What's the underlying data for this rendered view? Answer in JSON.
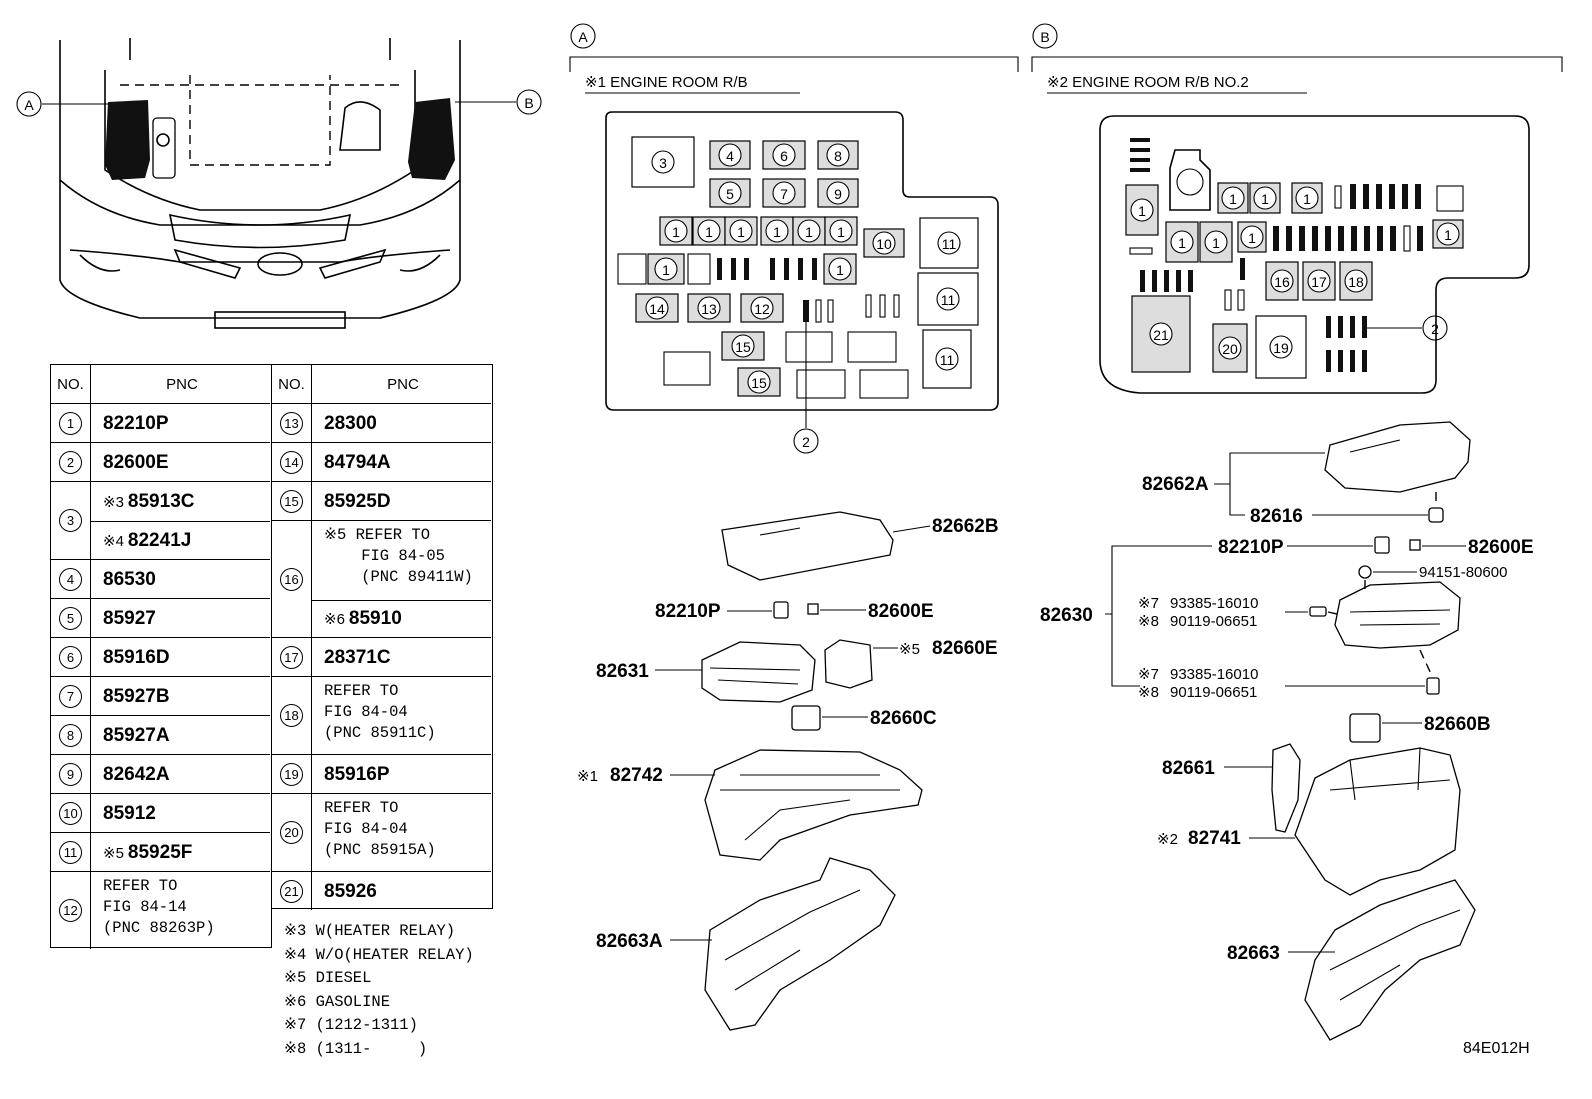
{
  "callouts": {
    "a": "A",
    "b": "B"
  },
  "section_a": {
    "letter": "A",
    "title": "※1 ENGINE ROOM R/B"
  },
  "section_b": {
    "letter": "B",
    "title": "※2 ENGINE ROOM R/B NO.2"
  },
  "table": {
    "headers": {
      "no": "NO.",
      "pnc": "PNC"
    },
    "left": [
      {
        "no": "1",
        "entries": [
          {
            "note": "",
            "pnc": "82210P"
          }
        ]
      },
      {
        "no": "2",
        "entries": [
          {
            "note": "",
            "pnc": "82600E"
          }
        ]
      },
      {
        "no": "3",
        "entries": [
          {
            "note": "※3",
            "pnc": "85913C"
          },
          {
            "note": "※4",
            "pnc": "82241J"
          }
        ]
      },
      {
        "no": "4",
        "entries": [
          {
            "note": "",
            "pnc": "86530"
          }
        ]
      },
      {
        "no": "5",
        "entries": [
          {
            "note": "",
            "pnc": "85927"
          }
        ]
      },
      {
        "no": "6",
        "entries": [
          {
            "note": "",
            "pnc": "85916D"
          }
        ]
      },
      {
        "no": "7",
        "entries": [
          {
            "note": "",
            "pnc": "85927B"
          }
        ]
      },
      {
        "no": "8",
        "entries": [
          {
            "note": "",
            "pnc": "85927A"
          }
        ]
      },
      {
        "no": "9",
        "entries": [
          {
            "note": "",
            "pnc": "82642A"
          }
        ]
      },
      {
        "no": "10",
        "entries": [
          {
            "note": "",
            "pnc": "85912"
          }
        ]
      },
      {
        "no": "11",
        "entries": [
          {
            "note": "※5",
            "pnc": "85925F"
          }
        ]
      },
      {
        "no": "12",
        "refer": "REFER TO\nFIG 84-14\n(PNC 88263P)"
      }
    ],
    "right": [
      {
        "no": "13",
        "entries": [
          {
            "note": "",
            "pnc": "28300"
          }
        ]
      },
      {
        "no": "14",
        "entries": [
          {
            "note": "",
            "pnc": "84794A"
          }
        ]
      },
      {
        "no": "15",
        "entries": [
          {
            "note": "",
            "pnc": "85925D"
          }
        ]
      },
      {
        "no": "16",
        "sub": [
          {
            "note": "※5",
            "refer": "REFER TO\nFIG 84-05\n(PNC 89411W)"
          },
          {
            "note": "※6",
            "pnc": "85910"
          }
        ]
      },
      {
        "no": "17",
        "entries": [
          {
            "note": "",
            "pnc": "28371C"
          }
        ]
      },
      {
        "no": "18",
        "refer": "REFER TO\nFIG 84-04\n(PNC 85911C)"
      },
      {
        "no": "19",
        "entries": [
          {
            "note": "",
            "pnc": "85916P"
          }
        ]
      },
      {
        "no": "20",
        "refer": "REFER TO\nFIG 84-04\n(PNC 85915A)"
      },
      {
        "no": "21",
        "entries": [
          {
            "note": "",
            "pnc": "85926"
          }
        ]
      }
    ]
  },
  "notes": [
    "※3 W(HEATER RELAY)",
    "※4 W/O(HEATER RELAY)",
    "※5 DIESEL",
    "※6 GASOLINE",
    "※7 (1212-1311)",
    "※8 (1311-     )"
  ],
  "box_a_labels": [
    "3",
    "4",
    "6",
    "8",
    "5",
    "7",
    "9",
    "1",
    "1",
    "1",
    "1",
    "1",
    "1",
    "10",
    "11",
    "1",
    "1",
    "11",
    "14",
    "13",
    "12",
    "15",
    "15",
    "11"
  ],
  "box_b_labels": [
    "1",
    "1",
    "1",
    "1",
    "1",
    "1",
    "1",
    "1",
    "16",
    "17",
    "18",
    "21",
    "20",
    "19"
  ],
  "callout_2": "2",
  "parts_a": {
    "p82662B": "82662B",
    "p82210P": "82210P",
    "p82600E": "82600E",
    "p82631": "82631",
    "p82660E": "82660E",
    "p82660E_note": "※5",
    "p82660C": "82660C",
    "p82742": "82742",
    "p82742_note": "※1",
    "p82663A": "82663A"
  },
  "parts_b": {
    "p82662A": "82662A",
    "p82616": "82616",
    "p82210P": "82210P",
    "p82600E": "82600E",
    "p94151": "94151-80600",
    "p82630": "82630",
    "n7a": "※7",
    "v7a": "93385-16010",
    "n8a": "※8",
    "v8a": "90119-06651",
    "n7b": "※7",
    "v7b": "93385-16010",
    "n8b": "※8",
    "v8b": "90119-06651",
    "p82660B": "82660B",
    "p82661": "82661",
    "p82741": "82741",
    "p82741_note": "※2",
    "p82663": "82663"
  },
  "diagram_id": "84E012H"
}
